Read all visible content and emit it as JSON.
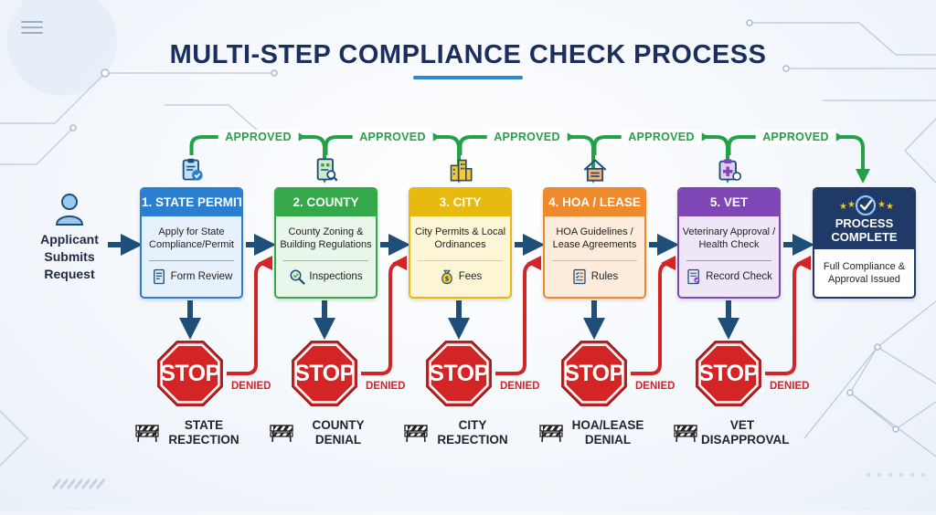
{
  "title": "MULTI-STEP COMPLIANCE CHECK PROCESS",
  "applicant": {
    "label": "Applicant Submits Request",
    "icon": "person-icon"
  },
  "approved_label": "APPROVED",
  "denied_label": "DENIED",
  "stop_label": "STOP",
  "steps": [
    {
      "id": "state",
      "title": "1. STATE PERMIT",
      "description": "Apply for State Compliance/Permit",
      "footer": "Form Review",
      "footer_icon": "form-icon",
      "top_icon": "clipboard-icon",
      "outcome": "STATE REJECTION",
      "color": "#2b7fd0",
      "bg": "#e7f1fb"
    },
    {
      "id": "county",
      "title": "2. COUNTY",
      "description": "County Zoning & Building Regulations",
      "footer": "Inspections",
      "footer_icon": "magnifier-icon",
      "top_icon": "building-doc-icon",
      "outcome": "COUNTY DENIAL",
      "color": "#35a84a",
      "bg": "#e9f6ea"
    },
    {
      "id": "city",
      "title": "3. CITY",
      "description": "City Permits & Local Ordinances",
      "footer": "Fees",
      "footer_icon": "money-bag-icon",
      "top_icon": "city-buildings-icon",
      "outcome": "CITY REJECTION",
      "color": "#e8b90f",
      "bg": "#fdf6d6"
    },
    {
      "id": "hoa",
      "title": "4. HOA / LEASE",
      "description": "HOA Guidelines / Lease Agreements",
      "footer": "Rules",
      "footer_icon": "checklist-icon",
      "top_icon": "house-icon",
      "outcome": "HOA/LEASE DENIAL",
      "color": "#ef8a2c",
      "bg": "#fdebdc"
    },
    {
      "id": "vet",
      "title": "5. VET",
      "description": "Veterinary Approval / Health Check",
      "footer": "Record Check",
      "footer_icon": "record-icon",
      "top_icon": "medical-kit-icon",
      "outcome": "VET DISAPPROVAL",
      "color": "#7f46b5",
      "bg": "#efe6f7"
    }
  ],
  "complete": {
    "title": "PROCESS COMPLETE",
    "description": "Full Compliance & Approval Issued",
    "color": "#1f3a66",
    "icon": "check-badge-icon"
  },
  "colors": {
    "approved": "#24a148",
    "denied": "#d32525",
    "flow": "#1f4e79",
    "stop": "#d32525"
  }
}
